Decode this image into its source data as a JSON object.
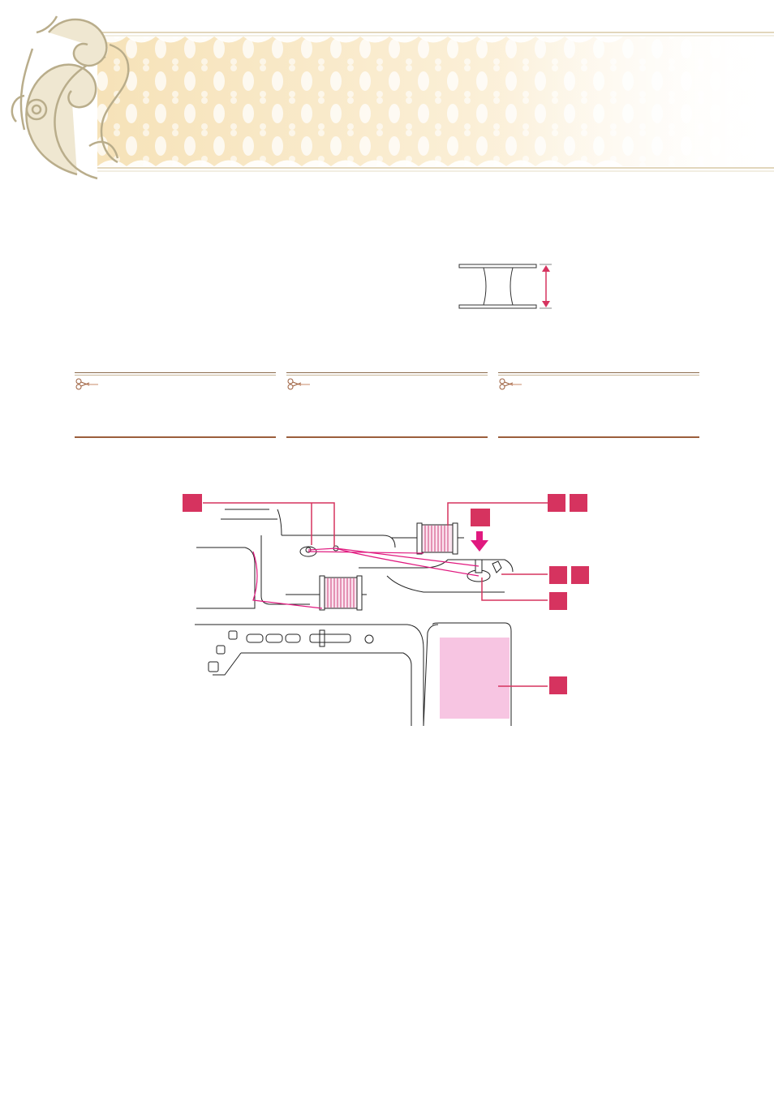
{
  "page": {
    "header_ornament": "baroque-scroll-lace-banner",
    "accent_color": "#d6335f",
    "highlight_color": "#ff1493",
    "note_rule_color": "#9b5e3c"
  },
  "bobbin_figure": {
    "icon": "bobbin-height-diagram"
  },
  "notes": [
    {
      "icon": "scissors-needle-icon"
    },
    {
      "icon": "scissors-needle-icon"
    },
    {
      "icon": "scissors-needle-icon"
    }
  ],
  "diagram": {
    "icon": "sewing-machine-top-view",
    "callouts": [
      {
        "id": "callout-upper-left",
        "label": ""
      },
      {
        "id": "callout-upper-right-a",
        "label": ""
      },
      {
        "id": "callout-upper-right-b",
        "label": ""
      },
      {
        "id": "callout-arrow",
        "label": ""
      },
      {
        "id": "callout-mid-right-a",
        "label": ""
      },
      {
        "id": "callout-mid-right-b",
        "label": ""
      },
      {
        "id": "callout-lower-right",
        "label": ""
      },
      {
        "id": "callout-screen",
        "label": ""
      }
    ]
  }
}
